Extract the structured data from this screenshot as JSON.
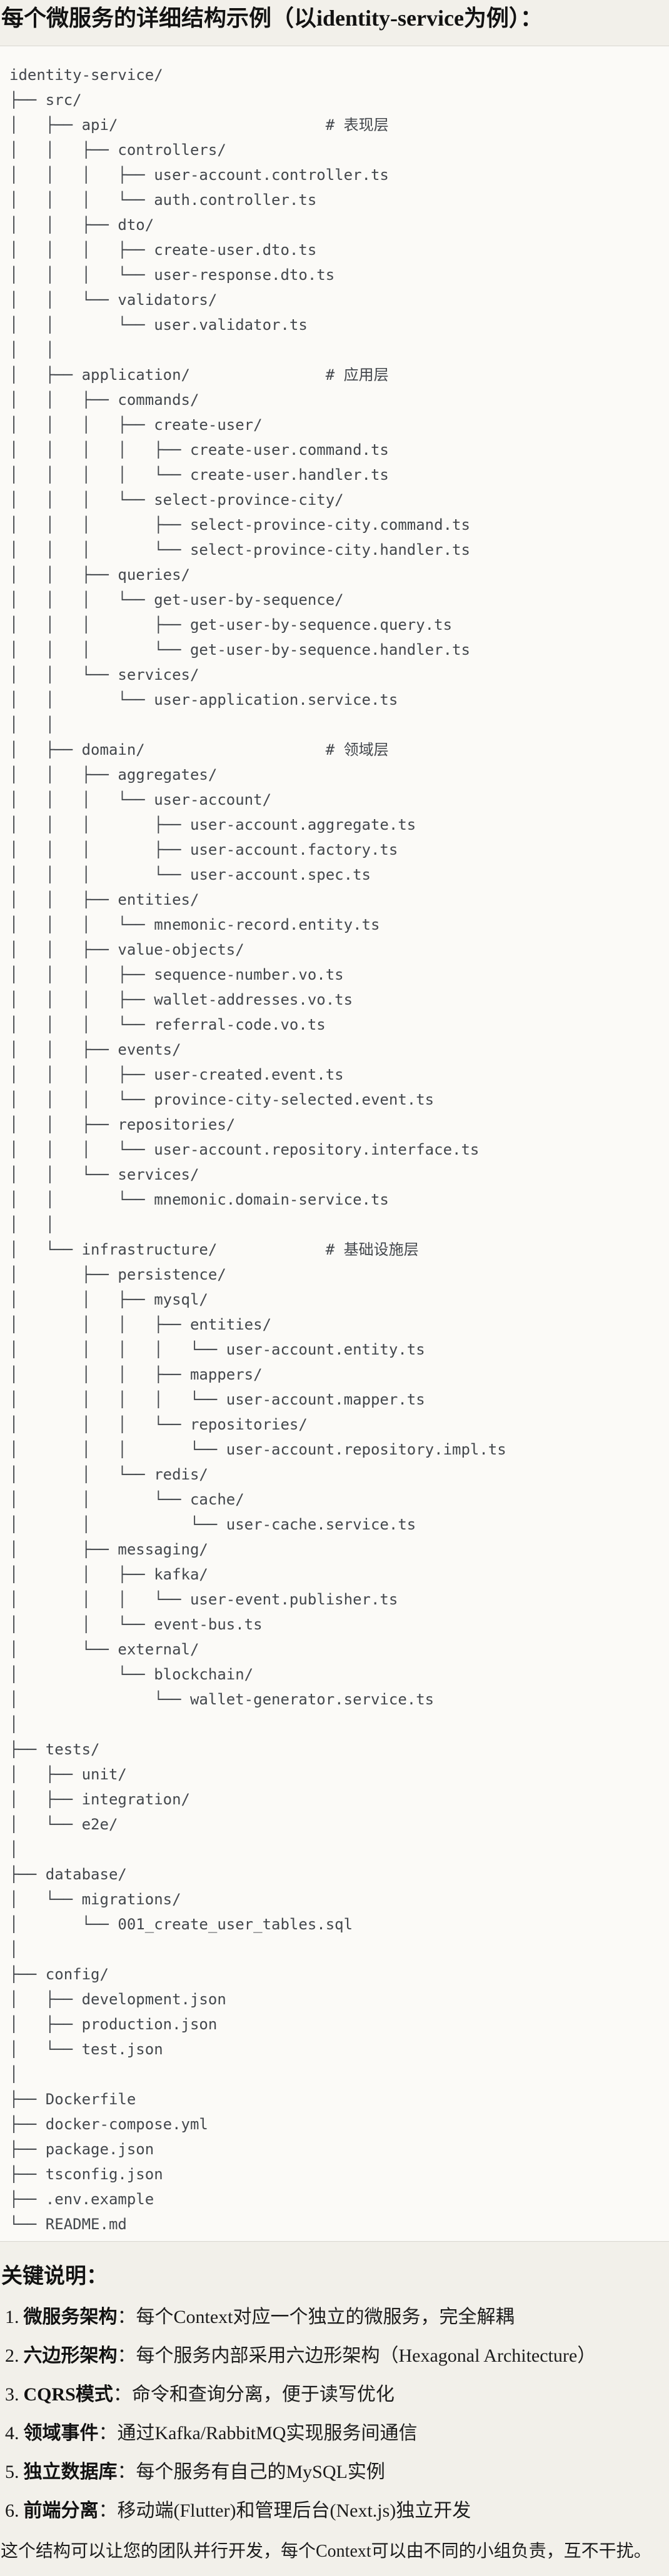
{
  "title": "每个微服务的详细结构示例（以identity-service为例）：",
  "code_block": {
    "lines": [
      "identity-service/",
      "├── src/",
      "│   ├── api/                       # 表现层",
      "│   │   ├── controllers/",
      "│   │   │   ├── user-account.controller.ts",
      "│   │   │   └── auth.controller.ts",
      "│   │   ├── dto/",
      "│   │   │   ├── create-user.dto.ts",
      "│   │   │   └── user-response.dto.ts",
      "│   │   └── validators/",
      "│   │       └── user.validator.ts",
      "│   │",
      "│   ├── application/               # 应用层",
      "│   │   ├── commands/",
      "│   │   │   ├── create-user/",
      "│   │   │   │   ├── create-user.command.ts",
      "│   │   │   │   └── create-user.handler.ts",
      "│   │   │   └── select-province-city/",
      "│   │   │       ├── select-province-city.command.ts",
      "│   │   │       └── select-province-city.handler.ts",
      "│   │   ├── queries/",
      "│   │   │   └── get-user-by-sequence/",
      "│   │   │       ├── get-user-by-sequence.query.ts",
      "│   │   │       └── get-user-by-sequence.handler.ts",
      "│   │   └── services/",
      "│   │       └── user-application.service.ts",
      "│   │",
      "│   ├── domain/                    # 领域层",
      "│   │   ├── aggregates/",
      "│   │   │   └── user-account/",
      "│   │   │       ├── user-account.aggregate.ts",
      "│   │   │       ├── user-account.factory.ts",
      "│   │   │       └── user-account.spec.ts",
      "│   │   ├── entities/",
      "│   │   │   └── mnemonic-record.entity.ts",
      "│   │   ├── value-objects/",
      "│   │   │   ├── sequence-number.vo.ts",
      "│   │   │   ├── wallet-addresses.vo.ts",
      "│   │   │   └── referral-code.vo.ts",
      "│   │   ├── events/",
      "│   │   │   ├── user-created.event.ts",
      "│   │   │   └── province-city-selected.event.ts",
      "│   │   ├── repositories/",
      "│   │   │   └── user-account.repository.interface.ts",
      "│   │   └── services/",
      "│   │       └── mnemonic.domain-service.ts",
      "│   │",
      "│   └── infrastructure/            # 基础设施层",
      "│       ├── persistence/",
      "│       │   ├── mysql/",
      "│       │   │   ├── entities/",
      "│       │   │   │   └── user-account.entity.ts",
      "│       │   │   ├── mappers/",
      "│       │   │   │   └── user-account.mapper.ts",
      "│       │   │   └── repositories/",
      "│       │   │       └── user-account.repository.impl.ts",
      "│       │   └── redis/",
      "│       │       └── cache/",
      "│       │           └── user-cache.service.ts",
      "│       ├── messaging/",
      "│       │   ├── kafka/",
      "│       │   │   └── user-event.publisher.ts",
      "│       │   └── event-bus.ts",
      "│       └── external/",
      "│           └── blockchain/",
      "│               └── wallet-generator.service.ts",
      "│",
      "├── tests/",
      "│   ├── unit/",
      "│   ├── integration/",
      "│   └── e2e/",
      "│",
      "├── database/",
      "│   └── migrations/",
      "│       └── 001_create_user_tables.sql",
      "│",
      "├── config/",
      "│   ├── development.json",
      "│   ├── production.json",
      "│   └── test.json",
      "│",
      "├── Dockerfile",
      "├── docker-compose.yml",
      "├── package.json",
      "├── tsconfig.json",
      "├── .env.example",
      "└── README.md"
    ]
  },
  "notes": {
    "heading": "关键说明：",
    "items": [
      {
        "num": "1.",
        "label": "微服务架构",
        "desc": "：每个Context对应一个独立的微服务，完全解耦"
      },
      {
        "num": "2.",
        "label": "六边形架构",
        "desc": "：每个服务内部采用六边形架构（Hexagonal Architecture）"
      },
      {
        "num": "3.",
        "label": "CQRS模式",
        "desc": "：命令和查询分离，便于读写优化"
      },
      {
        "num": "4.",
        "label": "领域事件",
        "desc": "：通过Kafka/RabbitMQ实现服务间通信"
      },
      {
        "num": "5.",
        "label": "独立数据库",
        "desc": "：每个服务有自己的MySQL实例"
      },
      {
        "num": "6.",
        "label": "前端分离",
        "desc": "：移动端(Flutter)和管理后台(Next.js)独立开发"
      }
    ],
    "footer": "这个结构可以让您的团队并行开发，每个Context可以由不同的小组负责，互不干扰。"
  },
  "colors": {
    "page_bg": "#f2f0ea",
    "code_bg": "#fbfaf7",
    "code_border": "#d9d7d1",
    "code_text": "#43474c",
    "text": "#161616"
  }
}
